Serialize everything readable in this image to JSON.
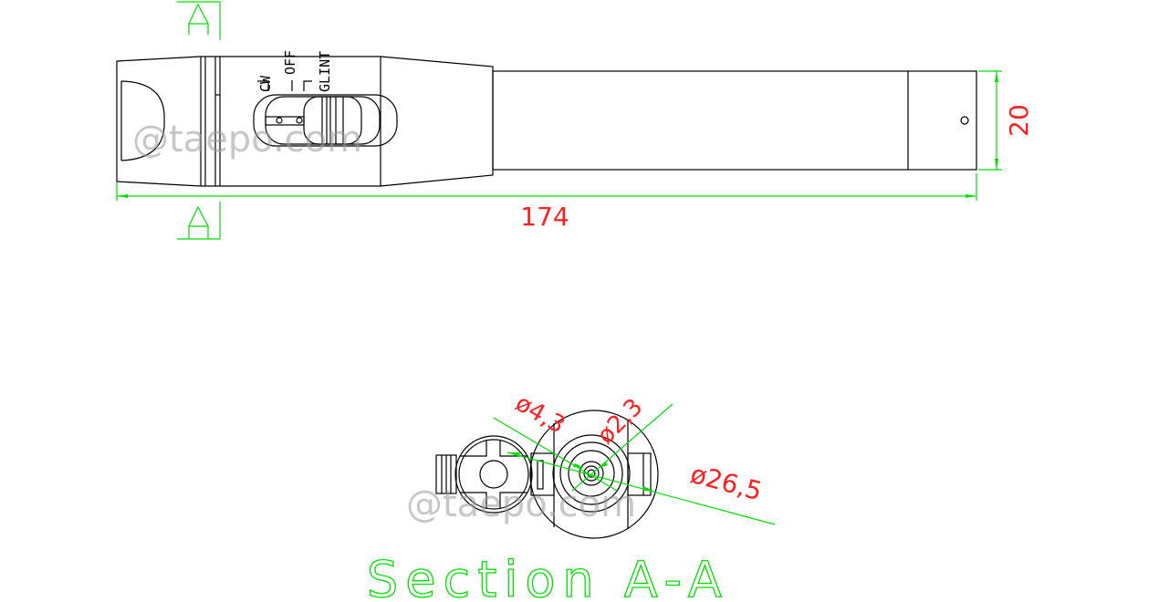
{
  "drawing": {
    "section_marker_top": "A",
    "section_marker_bottom": "A",
    "switch_labels": {
      "cw": "CW",
      "off": "OFF",
      "glint": "GLINT"
    },
    "dimensions": {
      "length": "174",
      "diameter_side": "20"
    },
    "section": {
      "title": "Section A-A",
      "dim_small": "ø4,3",
      "dim_center": "ø2,3",
      "dim_outer": "ø26,5"
    },
    "watermark": "@taepo.com",
    "colors": {
      "outline": "#000000",
      "dimension_line": "#00e000",
      "dimension_text": "#ff2020"
    }
  }
}
